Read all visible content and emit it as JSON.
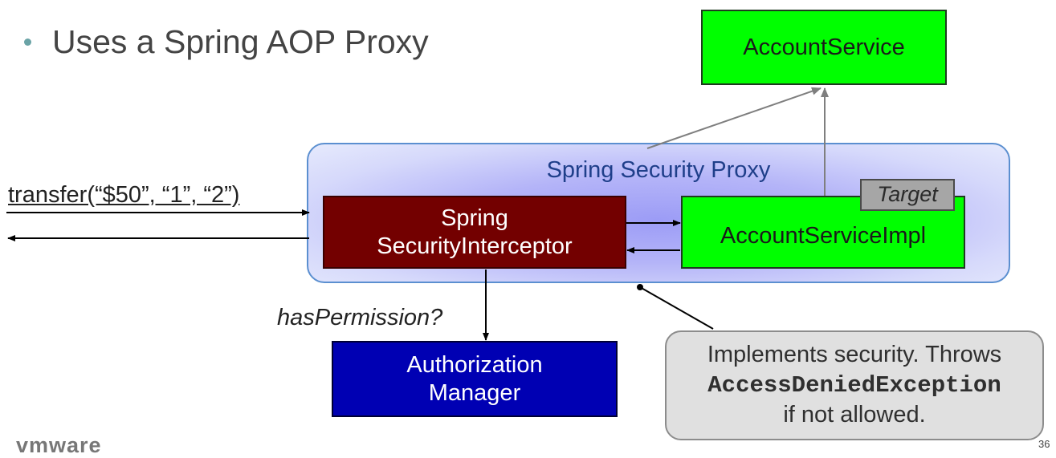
{
  "bullet": {
    "text": "Uses a Spring AOP Proxy"
  },
  "proxy": {
    "title": "Spring Security Proxy"
  },
  "interceptor": {
    "line1": "Spring",
    "line2": "SecurityInterceptor"
  },
  "target": {
    "tag": "Target",
    "impl_label": "AccountServiceImpl"
  },
  "account_service": {
    "label": "AccountService"
  },
  "authorization": {
    "line1": "Authorization",
    "line2": "Manager"
  },
  "callout": {
    "line1": "Implements security. Throws",
    "line2": "AccessDeniedException",
    "line3": "if not allowed."
  },
  "call": {
    "label": "transfer(“$50”, “1”, “2”)"
  },
  "permission": {
    "label": "hasPermission?"
  },
  "footer": {
    "logo": "vmware",
    "page_number": "36"
  },
  "colors": {
    "interceptor_fill": "#730000",
    "green_fill": "#00ff00",
    "auth_fill": "#0000b3",
    "proxy_border": "#5b8fd0",
    "callout_fill": "#e0e0e0"
  }
}
